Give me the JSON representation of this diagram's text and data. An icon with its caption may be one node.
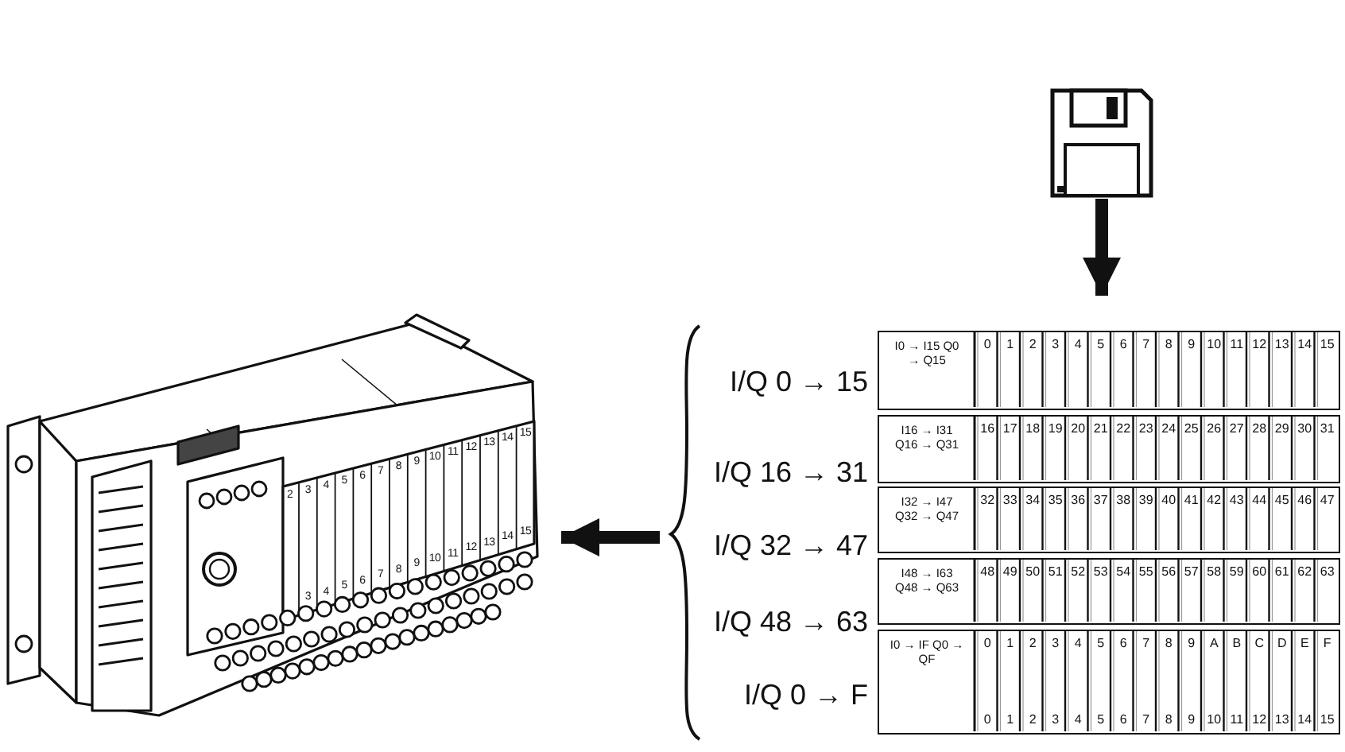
{
  "diagram": {
    "nodes": [
      {
        "text": [],
        "shape": "picture"
      },
      {
        "text": [],
        "shape": "brace"
      },
      {
        "text": [
          "I0 → I15 Q0 → Q15",
          "0",
          "1",
          "2",
          "3",
          "4",
          "5",
          "6",
          "7",
          "8",
          "9",
          "10",
          "11",
          "12",
          "13",
          "14",
          "15"
        ],
        "in": 1,
        "beside": [
          "I/Q 0 → 15"
        ]
      },
      {
        "text": [
          "I16 → I31 Q16 → Q31",
          "16",
          "17",
          "18",
          "19",
          "20",
          "21",
          "22",
          "23",
          "24",
          "25",
          "26",
          "27",
          "28",
          "29",
          "30",
          "31"
        ],
        "in": 1,
        "beside": [
          "I/Q 16 → 31"
        ]
      },
      {
        "text": [
          "I32 → I47 Q32 → Q47",
          "32",
          "33",
          "34",
          "35",
          "36",
          "37",
          "38",
          "39",
          "40",
          "41",
          "42",
          "43",
          "44",
          "45",
          "46",
          "47"
        ],
        "in": 1,
        "beside": [
          "I/Q 32 → 47"
        ]
      },
      {
        "text": [
          "I48 → I63 Q48 → Q63",
          "48",
          "49",
          "50",
          "51",
          "52",
          "53",
          "54",
          "55",
          "56",
          "57",
          "58",
          "59",
          "60",
          "61",
          "62",
          "63"
        ],
        "in": 1,
        "beside": [
          "I/Q 48 → 63"
        ]
      },
      {
        "text": [
          "I0 → IF Q0 → QF",
          "0",
          "1",
          "2",
          "3",
          "4",
          "5",
          "6",
          "7",
          "8",
          "9",
          "A",
          "B",
          "C",
          "D",
          "E",
          "F",
          "0",
          "1",
          "2",
          "3",
          "4",
          "5",
          "6",
          "7",
          "8",
          "9",
          "10",
          "11",
          "12",
          "13",
          "14",
          "15"
        ],
        "in": 1,
        "beside": [
          "I/Q 0 → F"
        ]
      },
      {
        "text": [
          "2",
          "3",
          "4",
          "5",
          "6",
          "7",
          "8",
          "9",
          "10",
          "11",
          "12",
          "13",
          "14",
          "15",
          "3",
          "4",
          "5",
          "6",
          "7",
          "8",
          "9",
          "10",
          "11",
          "12",
          "13",
          "14",
          "15"
        ]
      }
    ],
    "edges": [
      {
        "from": 0,
        "to": 1,
        "arrow": "to"
      },
      {
        "from": 1,
        "to": 7,
        "arrow": "to"
      }
    ]
  }
}
